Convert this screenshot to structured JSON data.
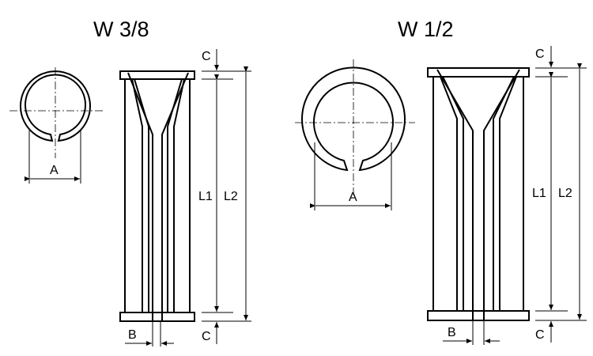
{
  "titles": {
    "left": "W 3/8",
    "right": "W 1/2"
  },
  "labels": {
    "A": "A",
    "B": "B",
    "C": "C",
    "L1": "L1",
    "L2": "L2"
  }
}
